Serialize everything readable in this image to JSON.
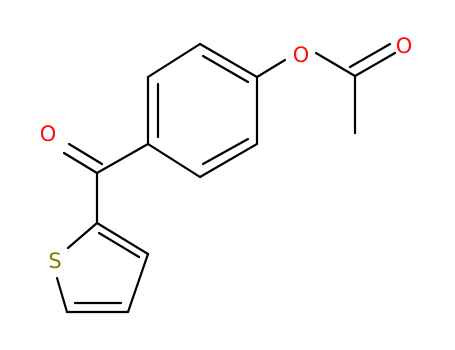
{
  "molecule": {
    "atoms": {
      "ester_oxygen": "O",
      "carbonyl_oxygen_ester": "O",
      "ketone_oxygen": "O",
      "thiophene_sulfur": "S"
    }
  },
  "colors": {
    "bond": "#000000",
    "oxygen": "#ff0d0d",
    "sulfur": "#808000"
  }
}
